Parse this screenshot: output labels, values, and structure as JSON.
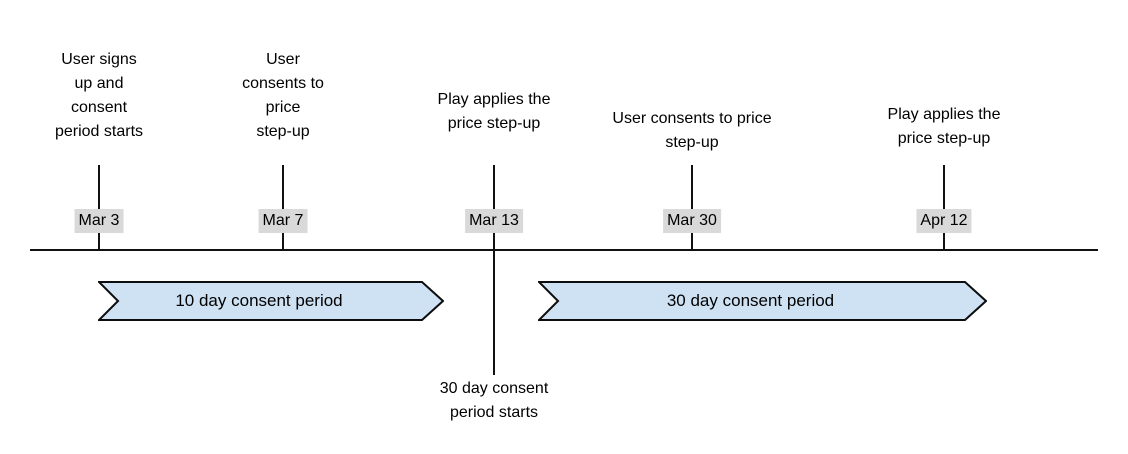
{
  "timeline": {
    "events": [
      {
        "label": "User signs\nup and\nconsent\nperiod starts",
        "date": "Mar 3"
      },
      {
        "label": "User\nconsents to\nprice\nstep-up",
        "date": "Mar 7"
      },
      {
        "label": "Play applies the\nprice step-up",
        "date": "Mar 13"
      },
      {
        "label": "User consents to price\nstep-up",
        "date": "Mar 30"
      },
      {
        "label": "Play applies the\nprice step-up",
        "date": "Apr 12"
      }
    ],
    "periods": [
      {
        "label": "10 day consent period"
      },
      {
        "label": "30 day consent period"
      }
    ],
    "annotation": {
      "label": "30 day consent\nperiod starts"
    }
  },
  "colors": {
    "period_fill": "#cfe2f3",
    "period_border": "#0d0d0d",
    "date_badge_bg": "#d9d9d9",
    "line": "#111111",
    "text": "#000000"
  }
}
